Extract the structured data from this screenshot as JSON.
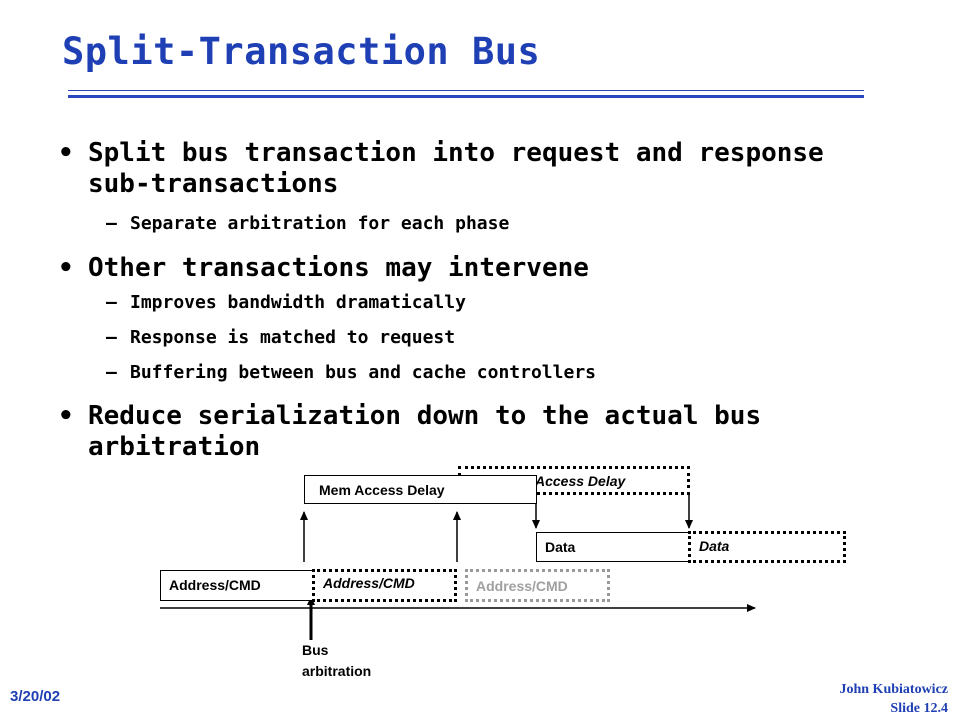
{
  "slide": {
    "title": "Split-Transaction Bus",
    "bullets": [
      "Split bus transaction into request and response sub-transactions",
      "Other transactions may intervene",
      "Reduce serialization down to the actual bus arbitration"
    ],
    "bullet_marker": "•",
    "sub_marker": "–",
    "sub_bullets": [
      "Separate arbitration for each phase",
      "Improves bandwidth dramatically",
      "Response is matched to request",
      "Buffering between bus and cache controllers"
    ]
  },
  "diagram": {
    "mem_access_delay_front": "Mem Access Delay",
    "mem_access_delay_back": "Access Delay",
    "data_1": "Data",
    "data_2": "Data",
    "addr_cmd_1": "Address/CMD",
    "addr_cmd_2": "Address/CMD",
    "addr_cmd_3": "Address/CMD",
    "bus_label_line1": "Bus",
    "bus_label_line2": "arbitration"
  },
  "footer": {
    "date": "3/20/02",
    "author": "John Kubiatowicz",
    "slide_number": "Slide 12.4"
  },
  "colors": {
    "accent": "#1f3fb4",
    "text": "#000000",
    "ghost": "#a0a0a0"
  }
}
